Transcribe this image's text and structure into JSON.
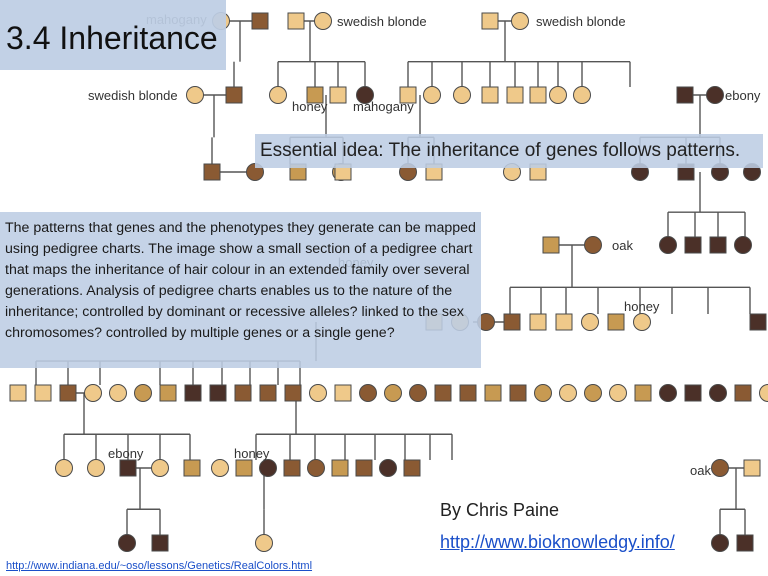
{
  "title": "3.4 Inheritance",
  "essential_idea": "Essential idea: The inheritance of genes follows patterns.",
  "paragraph": "The patterns that genes and the phenotypes they generate can be mapped using pedigree charts. The image show a small section of a pedigree chart that maps the inheritance of hair colour in an extended family over several generations. Analysis of pedigree charts enables us to the nature of the inheritance; controlled by dominant or recessive alleles? linked to the sex chromosomes? controlled by multiple genes or a single gene?",
  "author": "By Chris Paine",
  "site_link": "http://www.bioknowledgy.info/",
  "source_link": "http://www.indiana.edu/~oso/lessons/Genetics/RealColors.html",
  "hair_labels": {
    "mahogany_top": "mahogany",
    "swedish_blonde_1": "swedish blonde",
    "swedish_blonde_2": "swedish blonde",
    "swedish_blonde_left": "swedish blonde",
    "honey_1": "honey",
    "mahogany_2": "mahogany",
    "ebony_right": "ebony",
    "honey_hidden": "honey",
    "oak_1": "oak",
    "honey_2": "honey",
    "ebony_bottom": "ebony",
    "honey_bottom": "honey",
    "oak_bottom": "oak"
  },
  "colors": {
    "blonde": "#efc98a",
    "honey": "#c79a52",
    "brown": "#8a5a33",
    "dark": "#4b3028",
    "line": "#555555",
    "overlay": "#bdcde4",
    "link": "#1a4fc9"
  }
}
